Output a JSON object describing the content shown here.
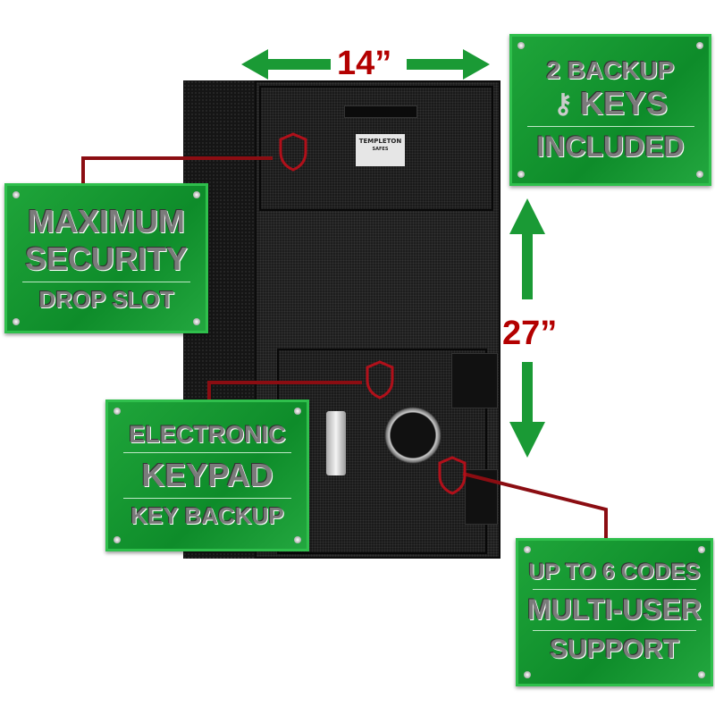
{
  "safe": {
    "brand_plate": [
      "TEMPLETON",
      "SAFES"
    ]
  },
  "dimensions": {
    "width": "14”",
    "height": "27”"
  },
  "signs": {
    "keys": [
      "2 BACKUP",
      "KEYS",
      "INCLUDED"
    ],
    "drop_slot": [
      "MAXIMUM",
      "SECURITY",
      "DROP SLOT"
    ],
    "keypad": [
      "ELECTRONIC",
      "KEYPAD",
      "KEY BACKUP"
    ],
    "codes": [
      "UP TO 6 CODES",
      "MULTI-USER",
      "SUPPORT"
    ]
  },
  "colors": {
    "sign_green": "#14962f",
    "arrow_green": "#1a9a35",
    "dimension_red": "#c00000",
    "callout_red": "#8b0d12"
  }
}
